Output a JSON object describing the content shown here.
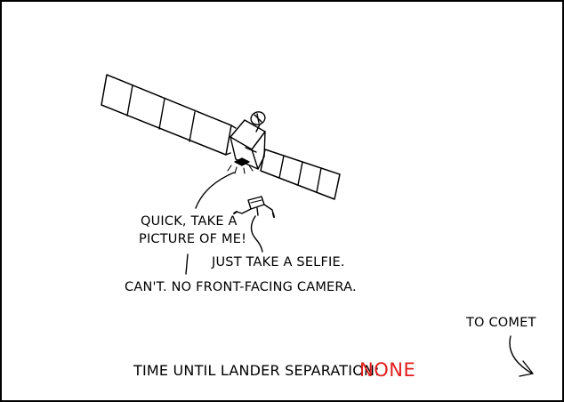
{
  "dialogue": {
    "line1_a": "QUICK, TAKE A",
    "line1_b": "PICTURE OF ME!",
    "line2": "JUST TAKE A SELFIE.",
    "line3": "CAN'T.  NO FRONT-FACING CAMERA."
  },
  "direction_label": "TO COMET",
  "separation": {
    "label": "TIME UNTIL LANDER SEPARATION:",
    "value": "NONE",
    "value_color": "#e21b1b"
  }
}
